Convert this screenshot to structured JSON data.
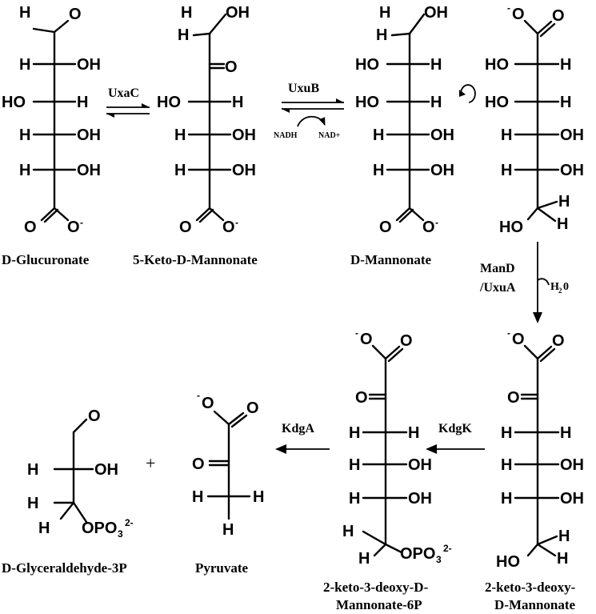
{
  "compounds": {
    "d_glucuronate": "D-Glucuronate",
    "keto_mannonate": "5-Keto-D-Mannonate",
    "d_mannonate": "D-Mannonate",
    "kdm_6p_line1": "2-keto-3-deoxy-D-",
    "kdm_6p_line2": "Mannonate-6P",
    "kdm_line1": "2-keto-3-deoxy-",
    "kdm_line2": "D-Mannonate",
    "glyceraldehyde_3p": "D-Glyceraldehyde-3P",
    "pyruvate": "Pyruvate"
  },
  "enzymes": {
    "uxac": "UxaC",
    "uxub": "UxuB",
    "mand_line1": "ManD",
    "mand_line2": "/UxuA",
    "kdgk": "KdgK",
    "kdga": "KdgA"
  },
  "cofactors": {
    "nadh": "NADH",
    "nad": "NAD+",
    "water": "H",
    "water_sub": "2",
    "water_tail": "0"
  },
  "atoms": {
    "H": "H",
    "O": "O",
    "OH": "OH",
    "HO": "HO",
    "minus": "-",
    "opo3": "OPO",
    "opo3_sub": "3",
    "opo3_sup": "2-"
  },
  "operators": {
    "plus": "+"
  }
}
